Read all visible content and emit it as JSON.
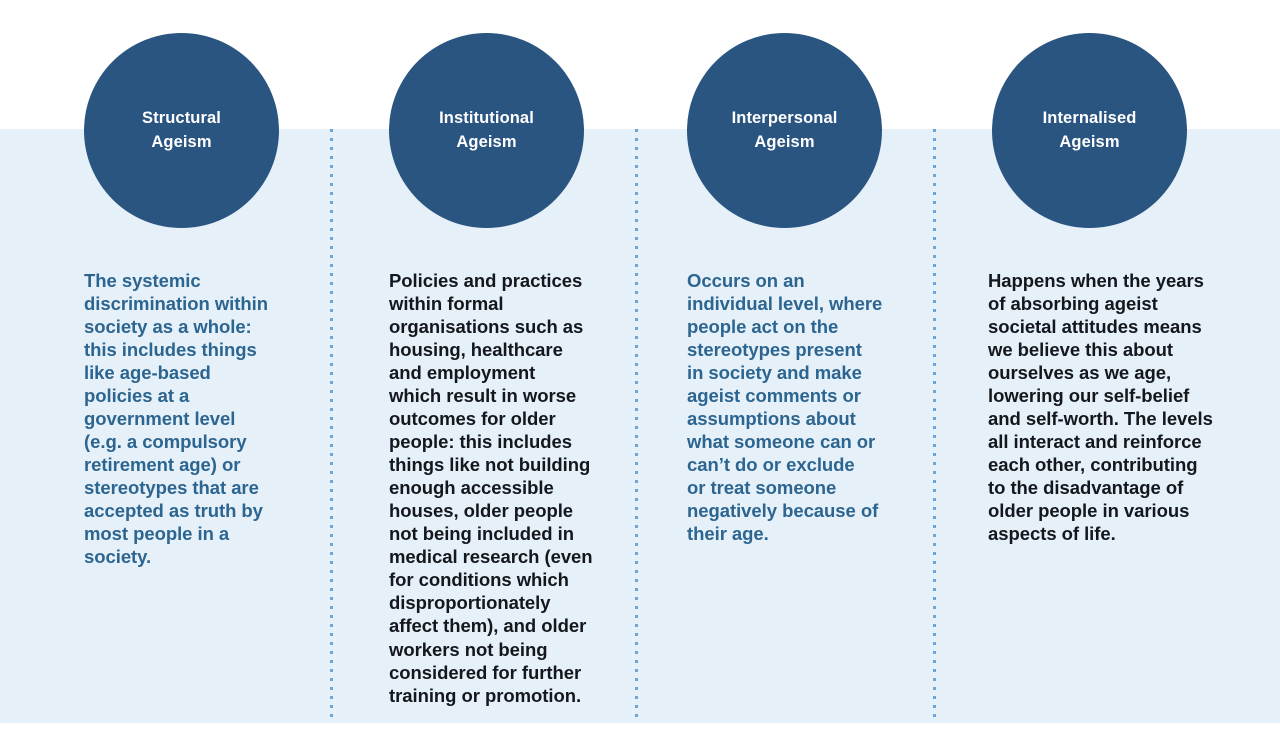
{
  "theme": {
    "page_background": "#ffffff",
    "band_background": "#e5f0f8",
    "circle_fill": "#2a5581",
    "circle_text": "#ffffff",
    "blue_text": "#2d6591",
    "dark_text": "#14181c",
    "divider_color": "#6aa6d8"
  },
  "columns": [
    {
      "id": "structural",
      "heading": "Structural\nAgeism",
      "text_color": "blue",
      "body": "The systemic\ndiscrimination within\nsociety as a whole:\nthis includes things\nlike age-based\npolicies at a\ngovernment level\n(e.g. a compulsory\nretirement age) or\nstereotypes that are\naccepted as truth by\nmost people in a\nsociety."
    },
    {
      "id": "institutional",
      "heading": "Institutional\nAgeism",
      "text_color": "dark",
      "body": "Policies and practices\nwithin formal\norganisations such as\nhousing, healthcare\nand employment\nwhich result in worse\noutcomes for older\npeople: this includes\nthings like not building\nenough accessible\nhouses, older people\nnot being included in\nmedical research (even\nfor conditions which\ndisproportionately\naffect them), and older\nworkers not being\nconsidered for further\ntraining or promotion."
    },
    {
      "id": "interpersonal",
      "heading": "Interpersonal\nAgeism",
      "text_color": "blue",
      "body": "Occurs on an\nindividual level, where\npeople act on the\nstereotypes present\nin society and make\nageist comments or\nassumptions about\nwhat someone can or\ncan’t do or exclude\nor treat someone\nnegatively because of\ntheir age."
    },
    {
      "id": "internalised",
      "heading": "Internalised\nAgeism",
      "text_color": "dark",
      "body": "Happens when the years\nof absorbing ageist\nsocietal attitudes means\nwe believe this about\nourselves as we age,\nlowering our self-belief\nand self-worth. The levels\nall interact and reinforce\neach other, contributing\nto the disadvantage of\nolder people in various\naspects of life."
    }
  ]
}
